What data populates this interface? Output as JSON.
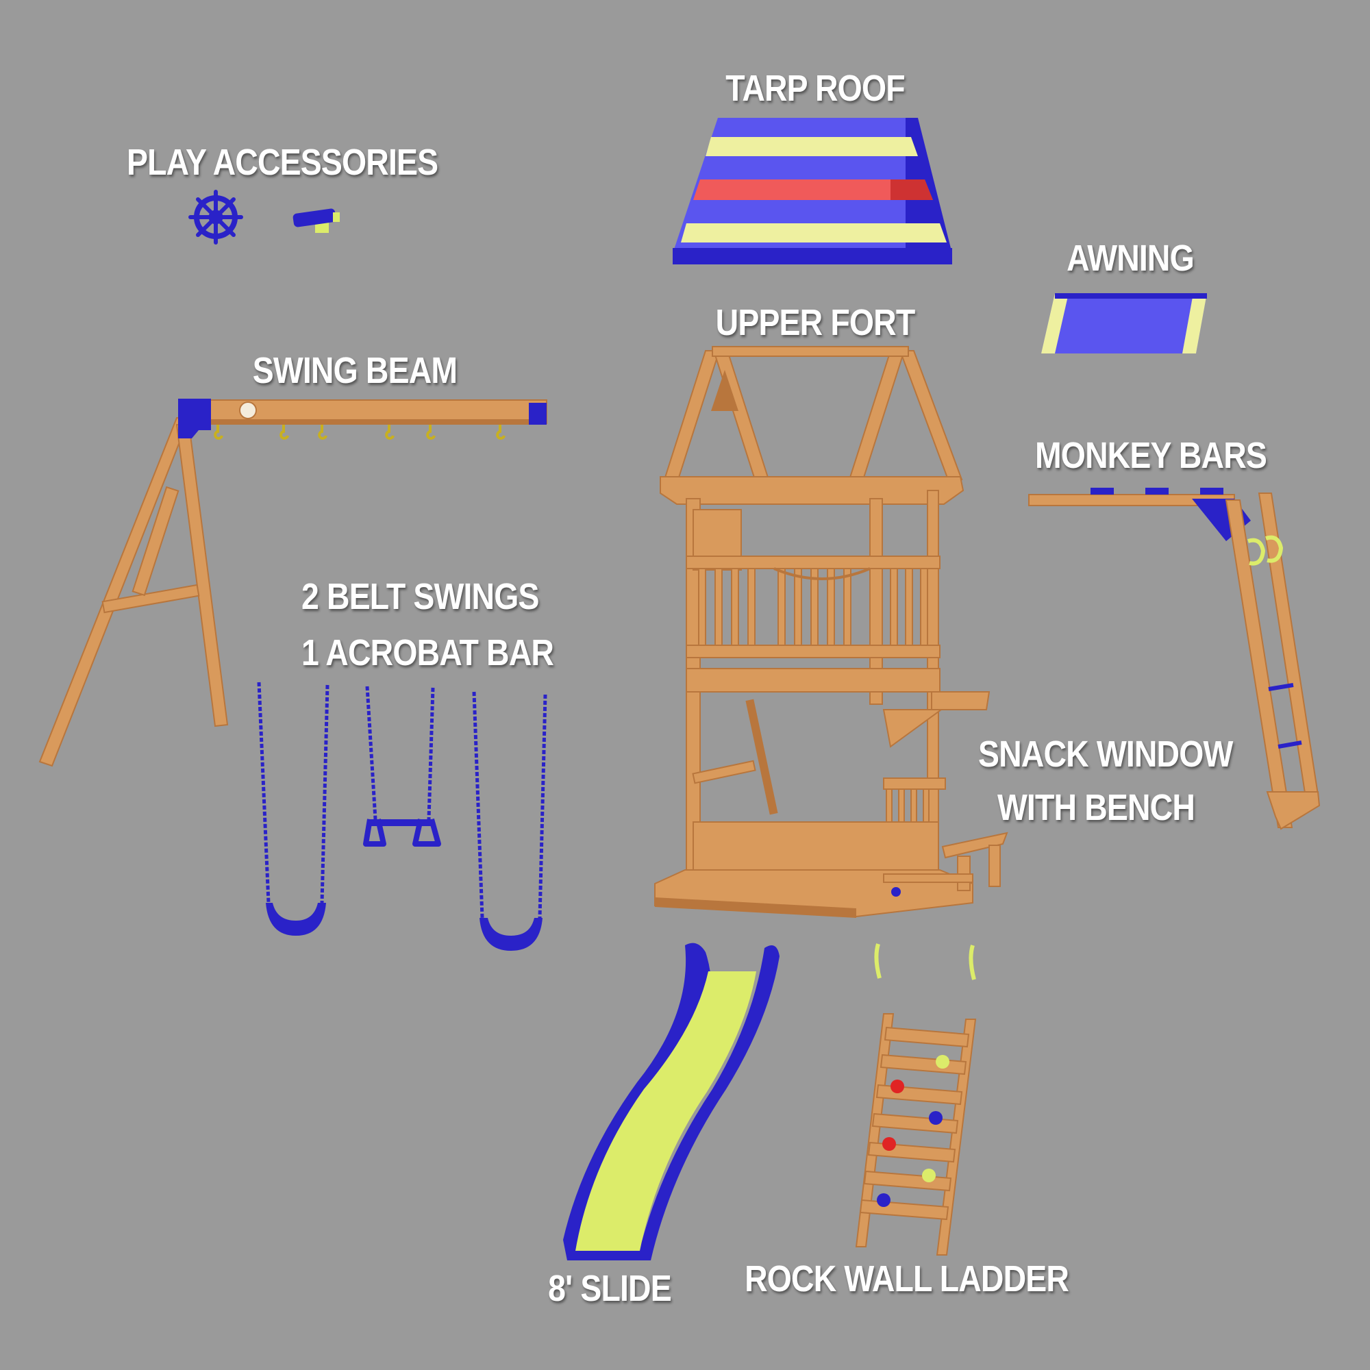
{
  "labels": {
    "play_accessories": "PLAY ACCESSORIES",
    "tarp_roof": "TARP ROOF",
    "awning": "AWNING",
    "upper_fort": "UPPER FORT",
    "swing_beam": "SWING BEAM",
    "monkey_bars": "MONKEY BARS",
    "swings_line1": "2 BELT SWINGS",
    "swings_line2": "1 ACROBAT BAR",
    "snack_line1": "SNACK WINDOW",
    "snack_line2": "WITH BENCH",
    "slide": "8' SLIDE",
    "ladder": "ROCK WALL LADDER"
  },
  "colors": {
    "background": "#9a9a9a",
    "wood": "#d99a5c",
    "wood_dark": "#b8763d",
    "blue": "#2a22c8",
    "blue_light": "#5a55ef",
    "yellow": "#eef0a0",
    "lime": "#dcec6a",
    "red": "#f05a5a",
    "hold_red": "#e02424"
  },
  "icons": {
    "ship_wheel": "ship-wheel-icon",
    "telescope": "telescope-icon"
  }
}
